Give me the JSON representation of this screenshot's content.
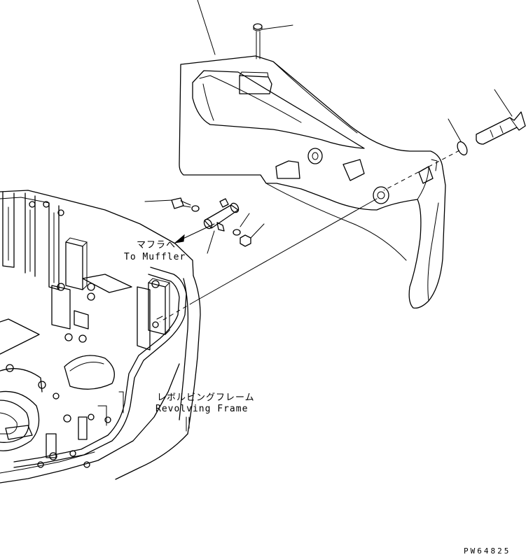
{
  "labels": {
    "muffler_jp": "マフラへ",
    "muffler_en": "To Muffler",
    "frame_jp": "レボルビングフレーム",
    "frame_en": "Revolving Frame"
  },
  "drawing_code": "PW64825"
}
